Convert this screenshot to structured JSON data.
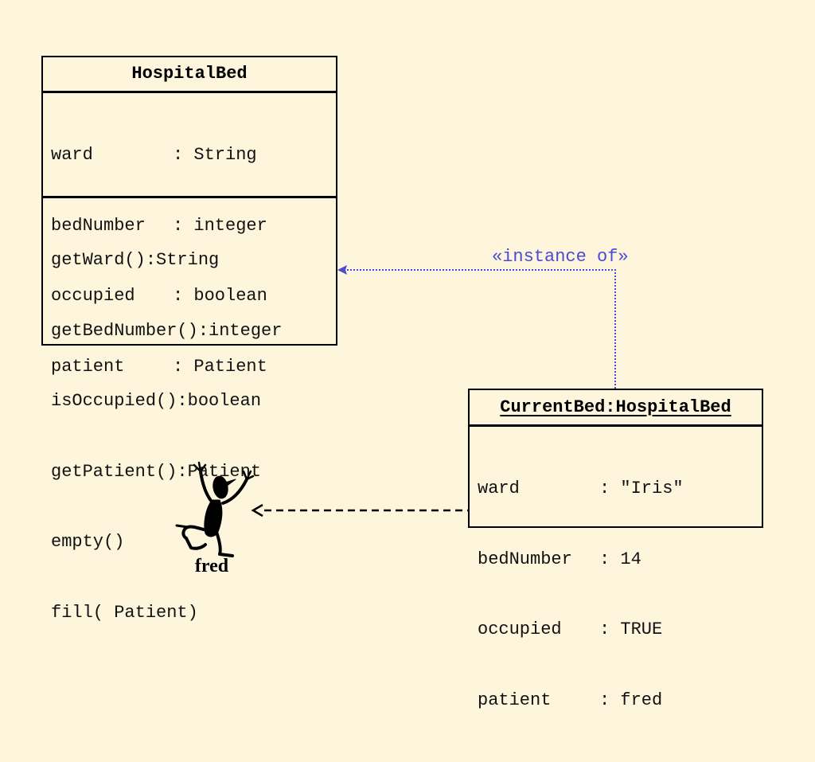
{
  "class_box": {
    "title": "HospitalBed",
    "attributes": [
      {
        "name": "ward",
        "type": ": String"
      },
      {
        "name": "bedNumber",
        "type": ": integer"
      },
      {
        "name": "occupied",
        "type": ": boolean"
      },
      {
        "name": "patient",
        "type": ": Patient"
      }
    ],
    "operations": [
      "getWard():String",
      "getBedNumber():integer",
      "isOccupied():boolean",
      "getPatient():Patient",
      "empty()",
      "fill( Patient)"
    ]
  },
  "object_box": {
    "title": "CurrentBed:HospitalBed",
    "slots": [
      {
        "name": "ward",
        "value": ": \"Iris\""
      },
      {
        "name": "bedNumber",
        "value": ": 14"
      },
      {
        "name": "occupied",
        "value": ": TRUE"
      },
      {
        "name": "patient",
        "value": ": fred"
      }
    ]
  },
  "instance_of_label": "«instance of»",
  "patient_figure_label": "fred",
  "colors": {
    "background": "#fdf5dc",
    "instance_of_line": "#4a4ad6",
    "reference_line": "#000000"
  }
}
